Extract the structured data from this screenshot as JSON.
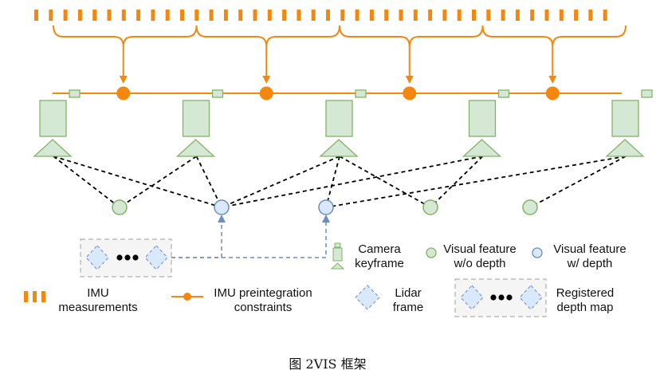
{
  "colors": {
    "imu": "#f5870f",
    "camera_fill": "#d5e8d4",
    "camera_stroke": "#82b366",
    "feature_fill": "#d5e8d4",
    "feature_stroke": "#82b366",
    "depth_feature_fill": "#dae8fc",
    "depth_feature_stroke": "#6c8ebf",
    "lidar_fill": "#dae8fc",
    "lidar_stroke": "#6c8ebf",
    "dashed_edge": "#000000",
    "projection_edge": "#6c8ebf",
    "depth_map_box": "#9e9e9e"
  },
  "diagram": {
    "keyframe_count": 5,
    "imu_ticks_per_interval": 10,
    "preintegration_factor_count": 4,
    "features_without_depth": 3,
    "features_with_depth": 2
  },
  "legend": {
    "imu_measurements": [
      "IMU",
      "measurements"
    ],
    "imu_preintegration": [
      "IMU preintegration",
      "constraints"
    ],
    "lidar_frame": [
      "Lidar",
      "frame"
    ],
    "registered_depth_map": [
      "Registered",
      "depth map"
    ],
    "camera_keyframe": [
      "Camera",
      "keyframe"
    ],
    "visual_feature_no_depth": [
      "Visual feature",
      "w/o depth"
    ],
    "visual_feature_depth": [
      "Visual feature",
      "w/ depth"
    ]
  },
  "caption": "图  2VIS 框架"
}
